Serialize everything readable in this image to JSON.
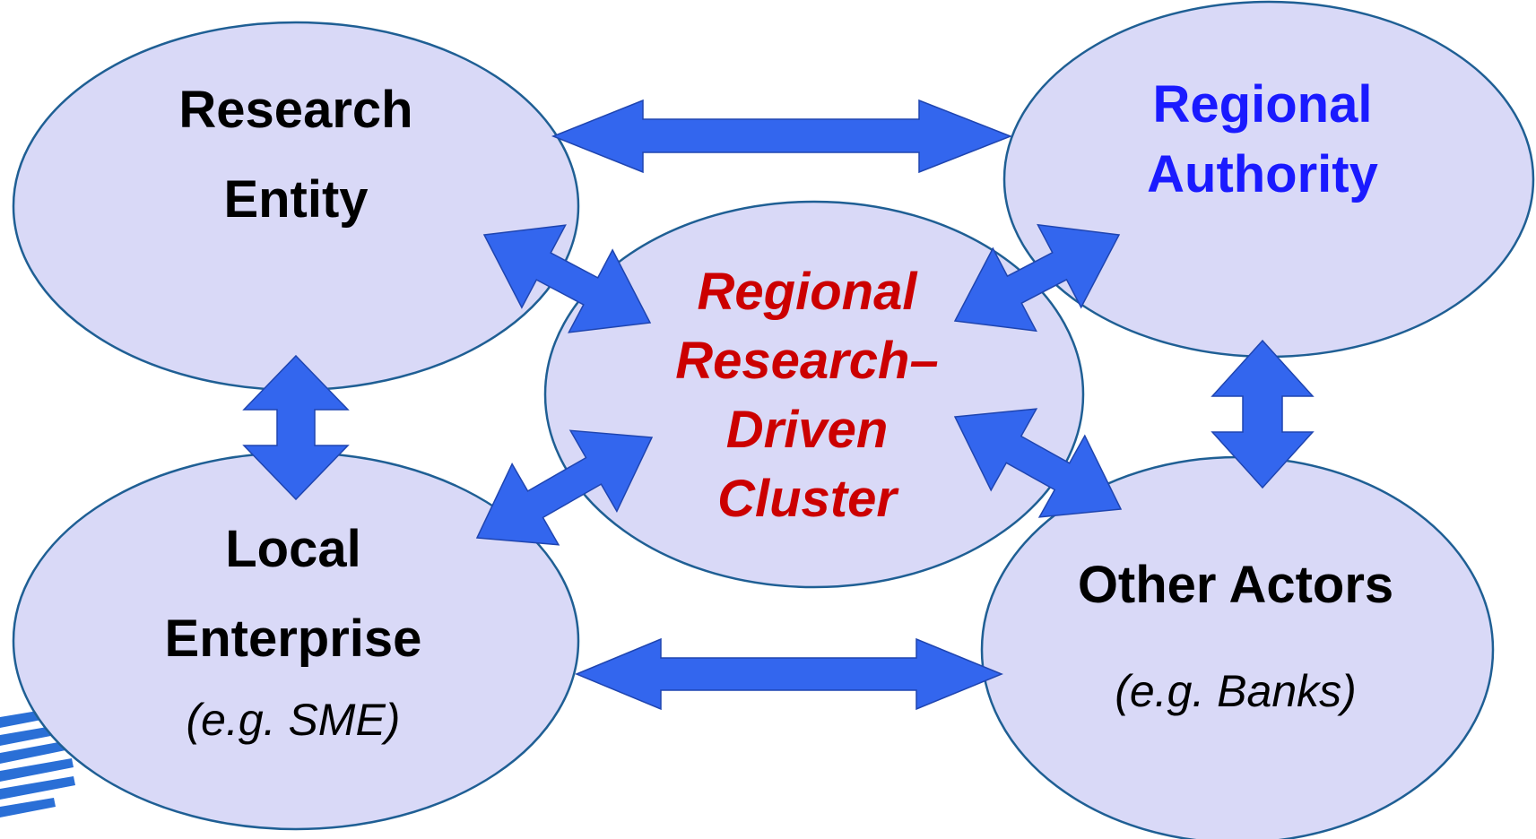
{
  "nodes": {
    "research_entity": {
      "line1": "Research",
      "line2": "Entity"
    },
    "regional_authority": {
      "line1": "Regional",
      "line2": "Authority"
    },
    "cluster": {
      "line1": "Regional",
      "line2": "Research–",
      "line3": "Driven",
      "line4": "Cluster"
    },
    "local_enterprise": {
      "line1": "Local",
      "line2": "Enterprise",
      "note": "(e.g. SME)"
    },
    "other_actors": {
      "line1": "Other Actors",
      "note": "(e.g. Banks)"
    }
  },
  "colors": {
    "ellipse_fill": "#d9d9f7",
    "ellipse_stroke": "#1f5f94",
    "arrow_fill": "#3366ee",
    "authority_text": "#1a1aff",
    "cluster_text": "#cc0000"
  },
  "edges": [
    {
      "from": "research_entity",
      "to": "regional_authority",
      "kind": "bidirectional"
    },
    {
      "from": "local_enterprise",
      "to": "other_actors",
      "kind": "bidirectional"
    },
    {
      "from": "research_entity",
      "to": "local_enterprise",
      "kind": "bidirectional"
    },
    {
      "from": "regional_authority",
      "to": "other_actors",
      "kind": "bidirectional"
    },
    {
      "from": "research_entity",
      "to": "cluster",
      "kind": "bidirectional"
    },
    {
      "from": "regional_authority",
      "to": "cluster",
      "kind": "bidirectional"
    },
    {
      "from": "local_enterprise",
      "to": "cluster",
      "kind": "bidirectional"
    },
    {
      "from": "other_actors",
      "to": "cluster",
      "kind": "bidirectional"
    }
  ]
}
